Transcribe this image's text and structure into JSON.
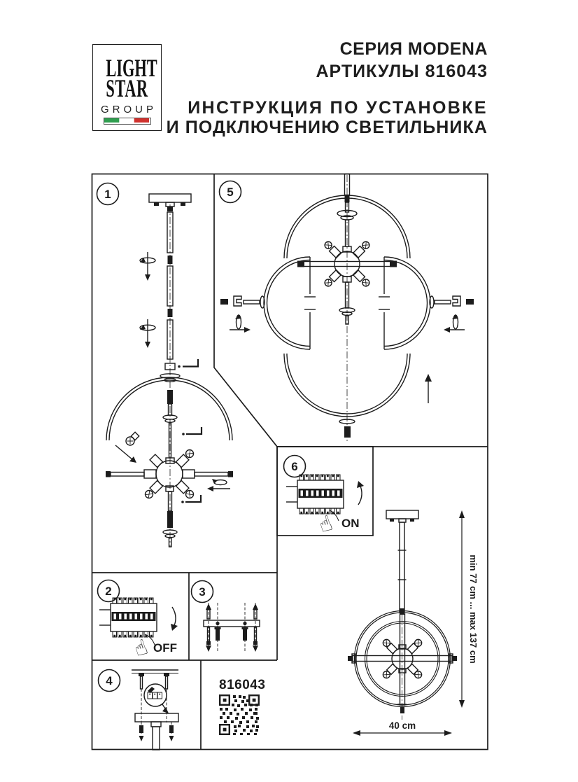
{
  "header": {
    "series": "СЕРИЯ MODENA",
    "article_line": "АРТИКУЛЫ 816043",
    "instruction_line1": "ИНСТРУКЦИЯ ПО УСТАНОВКЕ",
    "instruction_line2": "И ПОДКЛЮЧЕНИЮ СВЕТИЛЬНИКА"
  },
  "logo": {
    "word1": "LIGHT",
    "word2": "STAR",
    "word3": "GROUP"
  },
  "colors": {
    "flag_green": "#2f9e4f",
    "flag_white": "#ffffff",
    "flag_red": "#d0312d",
    "line": "#1c1c1c"
  },
  "steps": [
    "1",
    "2",
    "3",
    "4",
    "5",
    "6"
  ],
  "labels": {
    "off": "OFF",
    "on": "ON"
  },
  "icons": {
    "pointing_hand": "☝"
  },
  "product": {
    "article": "816043"
  },
  "dimensions": {
    "height_range": "min 77 cm ... max 137 cm",
    "width": "40 cm"
  }
}
